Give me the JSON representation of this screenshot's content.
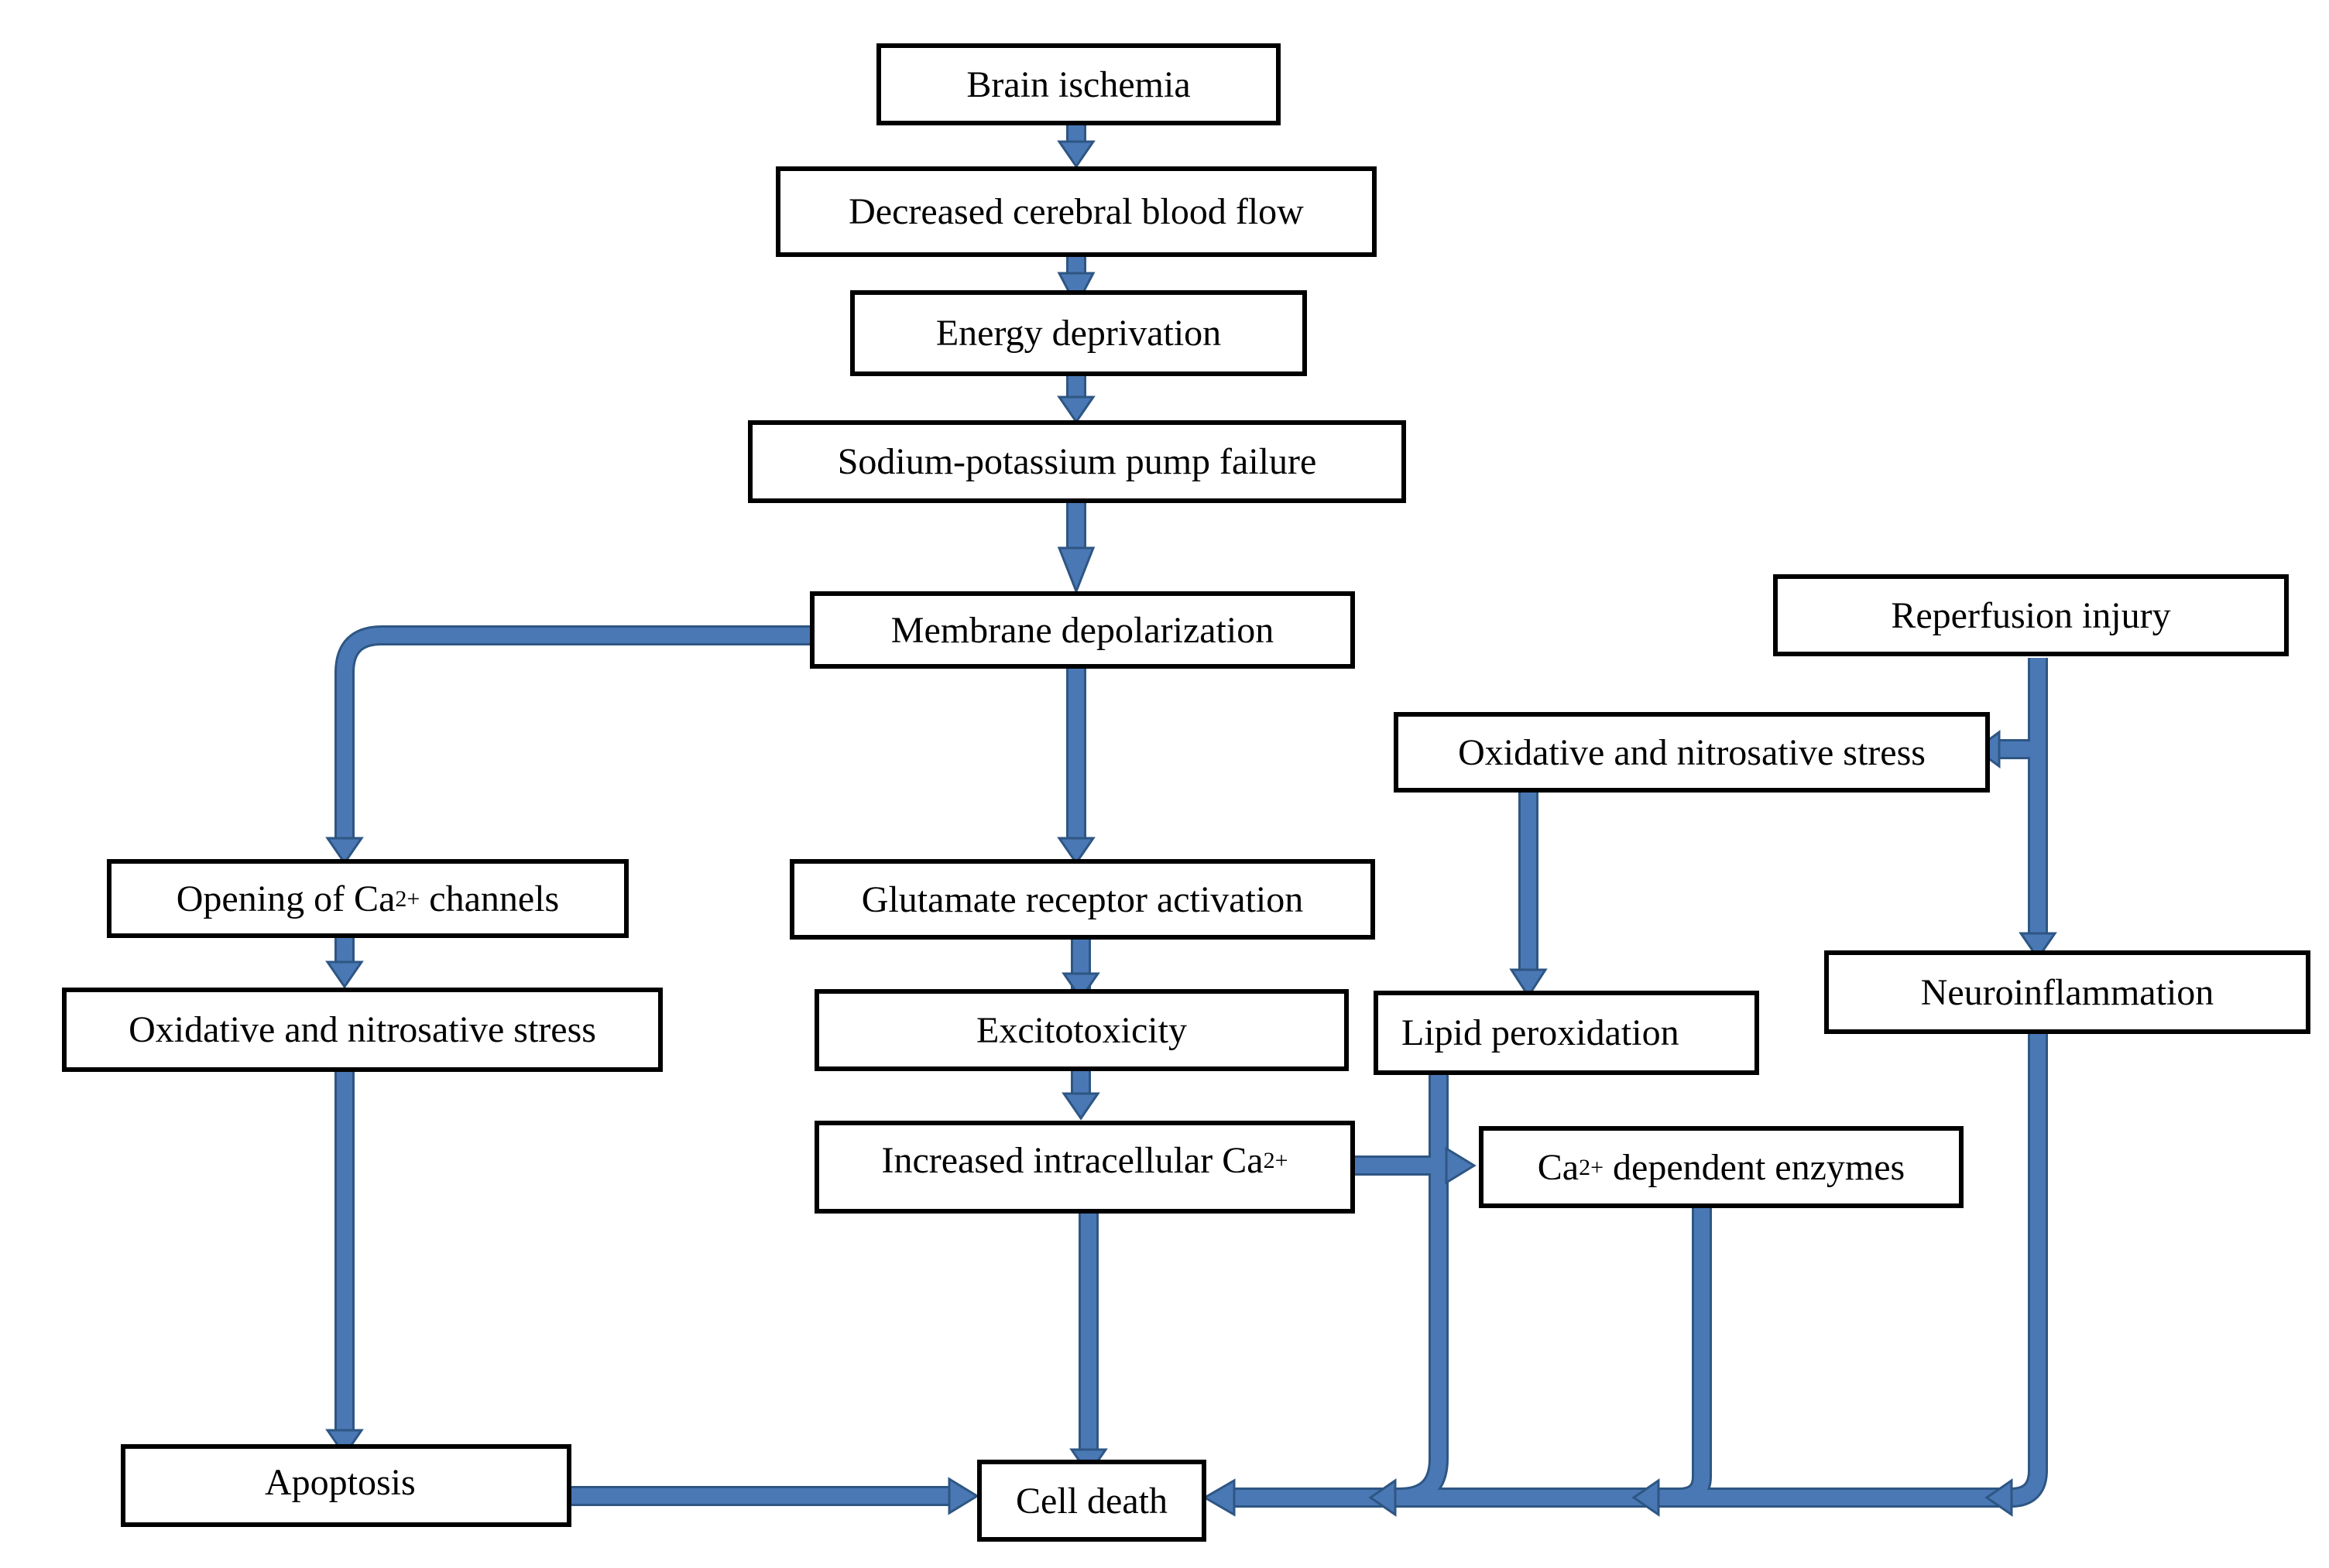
{
  "colors": {
    "arrow": "#4a78b5",
    "arrow_outline": "#2e5683",
    "box_border": "#000000",
    "background": "#ffffff"
  },
  "nodes": {
    "brain_ischemia": "Brain ischemia",
    "decreased_cbf": "Decreased cerebral blood flow",
    "energy_deprivation": "Energy deprivation",
    "pump_failure": "Sodium-potassium pump failure",
    "membrane_depolarization": "Membrane depolarization",
    "reperfusion_injury": "Reperfusion injury",
    "oxidative_stress_right": "Oxidative and nitrosative stress",
    "ca_channels_pre": "Opening of Ca",
    "ca_channels_sup": "2+",
    "ca_channels_post": " channels",
    "glutamate_activation": "Glutamate receptor activation",
    "neuroinflammation": "Neuroinflammation",
    "oxidative_stress_left": "Oxidative and nitrosative stress",
    "excitotoxicity": "Excitotoxicity",
    "lipid_peroxidation": "Lipid peroxidation",
    "intracellular_ca_pre": "Increased intracellular Ca",
    "intracellular_ca_sup": "2+",
    "ca_enzymes_pre": "Ca",
    "ca_enzymes_sup": "2+",
    "ca_enzymes_post": " dependent enzymes",
    "apoptosis": "Apoptosis",
    "cell_death": "Cell death"
  },
  "edges": [
    {
      "from": "Brain ischemia",
      "to": "Decreased cerebral blood flow"
    },
    {
      "from": "Decreased cerebral blood flow",
      "to": "Energy deprivation"
    },
    {
      "from": "Energy deprivation",
      "to": "Sodium-potassium pump failure"
    },
    {
      "from": "Sodium-potassium pump failure",
      "to": "Membrane depolarization"
    },
    {
      "from": "Membrane depolarization",
      "to": "Opening of Ca2+ channels"
    },
    {
      "from": "Membrane depolarization",
      "to": "Glutamate receptor activation"
    },
    {
      "from": "Opening of Ca2+ channels",
      "to": "Oxidative and nitrosative stress"
    },
    {
      "from": "Oxidative and nitrosative stress",
      "to": "Apoptosis"
    },
    {
      "from": "Apoptosis",
      "to": "Cell death"
    },
    {
      "from": "Glutamate receptor activation",
      "to": "Excitotoxicity"
    },
    {
      "from": "Excitotoxicity",
      "to": "Increased intracellular Ca2+"
    },
    {
      "from": "Increased intracellular Ca2+",
      "to": "Cell death"
    },
    {
      "from": "Increased intracellular Ca2+",
      "to": "Ca2+ dependent enzymes"
    },
    {
      "from": "Reperfusion injury",
      "to": "Oxidative and nitrosative stress"
    },
    {
      "from": "Reperfusion injury",
      "to": "Neuroinflammation"
    },
    {
      "from": "Oxidative and nitrosative stress",
      "to": "Lipid peroxidation"
    },
    {
      "from": "Lipid peroxidation",
      "to": "Cell death"
    },
    {
      "from": "Ca2+ dependent enzymes",
      "to": "Cell death"
    },
    {
      "from": "Neuroinflammation",
      "to": "Cell death"
    }
  ]
}
